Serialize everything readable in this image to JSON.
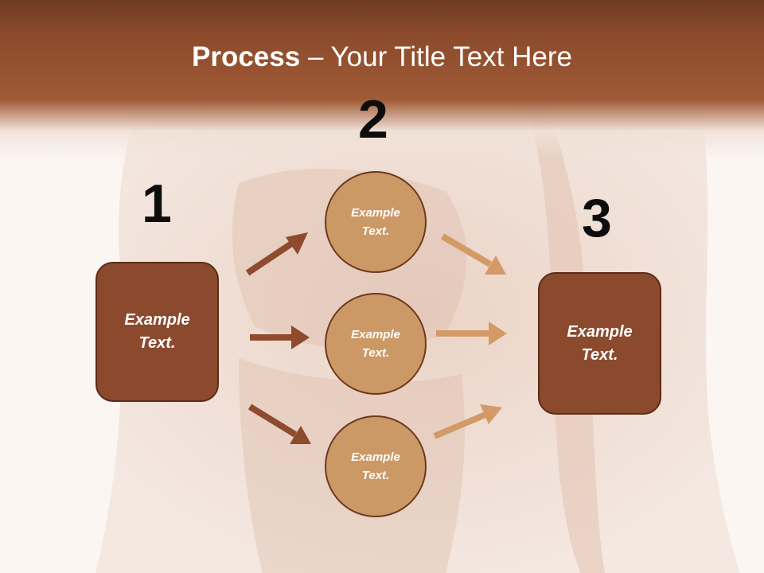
{
  "title": {
    "bold": "Process",
    "rest": " – Your Title Text Here"
  },
  "steps": {
    "one": "1",
    "two": "2",
    "three": "3"
  },
  "left_box": {
    "text": "Example\nText."
  },
  "right_box": {
    "text": "Example\nText."
  },
  "circles": [
    {
      "text": "Example\nText."
    },
    {
      "text": "Example\nText."
    },
    {
      "text": "Example\nText."
    }
  ],
  "colors": {
    "header": "#8a4a2b",
    "box": "#8b4a2e",
    "circle": "#cc9866",
    "arrow_dark": "#8e4b2d",
    "arrow_light": "#d39a68"
  }
}
